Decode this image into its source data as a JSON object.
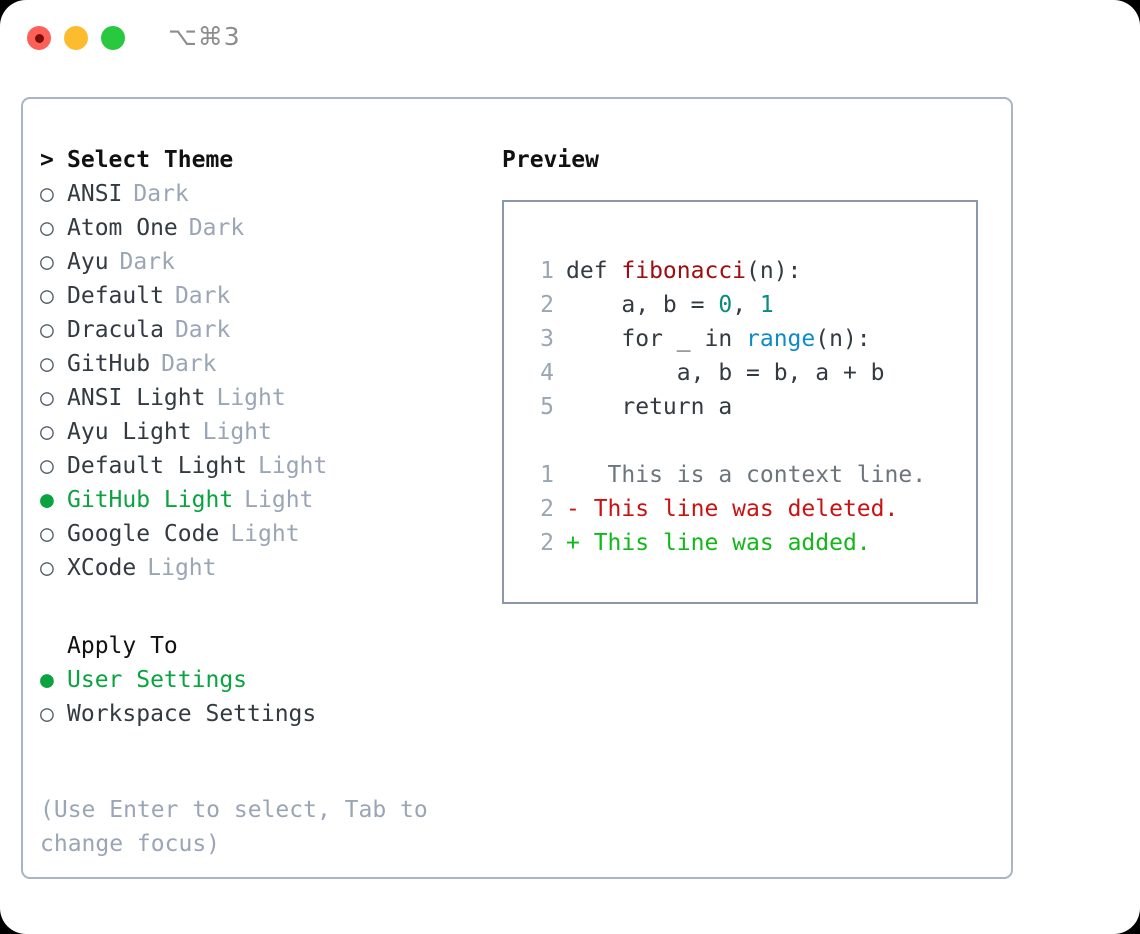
{
  "window": {
    "title": "⌥⌘3",
    "traffic_lights": [
      {
        "name": "close-button",
        "color": "#fc6058"
      },
      {
        "name": "minimize-button",
        "color": "#fdbc2d"
      },
      {
        "name": "maximize-button",
        "color": "#28c83f"
      }
    ]
  },
  "colors": {
    "accent_green": "#0aa33f",
    "dim_text": "#9aa5b5",
    "body_text": "#333a42",
    "panel_border": "#aab4c2",
    "preview_border": "#8b98ab",
    "syntax_function": "#a00d11",
    "syntax_number": "#0a8a80",
    "syntax_call": "#0e8bc4",
    "diff_added": "#12b81a",
    "diff_deleted": "#c91313",
    "diff_context": "#6c757d"
  },
  "theme_list": {
    "caret": ">",
    "heading": "Select Theme",
    "bullet_unselected": "○",
    "bullet_selected": "●",
    "items": [
      {
        "label": "ANSI",
        "tag": "Dark",
        "selected": false
      },
      {
        "label": "Atom One",
        "tag": "Dark",
        "selected": false
      },
      {
        "label": "Ayu",
        "tag": "Dark",
        "selected": false
      },
      {
        "label": "Default",
        "tag": "Dark",
        "selected": false
      },
      {
        "label": "Dracula",
        "tag": "Dark",
        "selected": false
      },
      {
        "label": "GitHub",
        "tag": "Dark",
        "selected": false
      },
      {
        "label": "ANSI Light",
        "tag": "Light",
        "selected": false
      },
      {
        "label": "Ayu Light",
        "tag": "Light",
        "selected": false
      },
      {
        "label": "Default Light",
        "tag": "Light",
        "selected": false
      },
      {
        "label": "GitHub Light",
        "tag": "Light",
        "selected": true
      },
      {
        "label": "Google Code",
        "tag": "Light",
        "selected": false
      },
      {
        "label": "XCode",
        "tag": "Light",
        "selected": false
      }
    ]
  },
  "apply_to": {
    "heading": "Apply To",
    "items": [
      {
        "label": "User Settings",
        "selected": true
      },
      {
        "label": "Workspace Settings",
        "selected": false
      }
    ]
  },
  "hint": "(Use Enter to select, Tab to change focus)",
  "preview": {
    "title": "Preview",
    "code_lines": [
      {
        "no": "1",
        "parts": [
          {
            "t": "def ",
            "c": "plain"
          },
          {
            "t": "fibonacci",
            "c": "fn"
          },
          {
            "t": "(n):",
            "c": "plain"
          }
        ]
      },
      {
        "no": "2",
        "parts": [
          {
            "t": "    a, b = ",
            "c": "plain"
          },
          {
            "t": "0",
            "c": "num"
          },
          {
            "t": ", ",
            "c": "plain"
          },
          {
            "t": "1",
            "c": "num"
          }
        ]
      },
      {
        "no": "3",
        "parts": [
          {
            "t": "    for _ in ",
            "c": "plain"
          },
          {
            "t": "range",
            "c": "call"
          },
          {
            "t": "(n):",
            "c": "plain"
          }
        ]
      },
      {
        "no": "4",
        "parts": [
          {
            "t": "        a, b = b, a + b",
            "c": "plain"
          }
        ]
      },
      {
        "no": "5",
        "parts": [
          {
            "t": "    return a",
            "c": "plain"
          }
        ]
      }
    ],
    "diff_lines": [
      {
        "no": "1",
        "marker": " ",
        "text": "  This is a context line.",
        "kind": "ctx"
      },
      {
        "no": "2",
        "marker": "-",
        "text": " This line was deleted.",
        "kind": "del"
      },
      {
        "no": "2",
        "marker": "+",
        "text": " This line was added.",
        "kind": "add"
      }
    ]
  }
}
